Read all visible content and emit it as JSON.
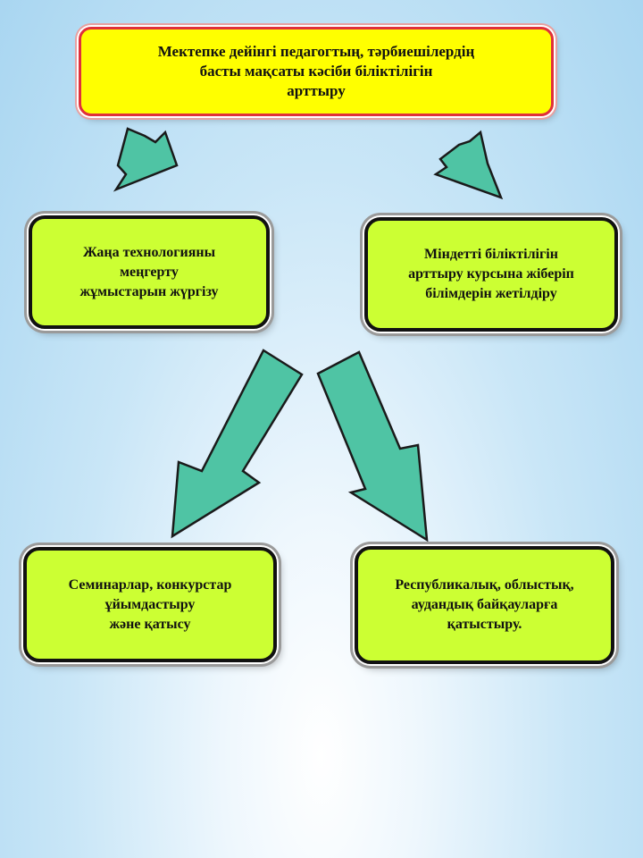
{
  "diagram": {
    "title": "Мектепке дейінгі педагогтың, тәрбиешілердің\nбасты мақсаты кәсіби біліктілігін\nарттыру",
    "boxes": [
      {
        "id": "box-1",
        "text": "Жаңа технологияны\nмеңгерту\nжұмыстарын жүргізу"
      },
      {
        "id": "box-2",
        "text": "Міндетті біліктілігін\nарттыру курсына жіберіп\nбілімдерін жетілдіру"
      },
      {
        "id": "box-3",
        "text": "Семинарлар, конкурстар\nұйымдастыру\nжәне қатысу"
      },
      {
        "id": "box-4",
        "text": "Республикалық, облыстық,\nаудандық байқауларға\nқатыстыру."
      }
    ],
    "colors": {
      "title_fill": "#ffff00",
      "title_border": "#e0303a",
      "box_fill": "#ccff33",
      "box_border": "#111111",
      "arrow_fill": "#4fc4a4",
      "arrow_stroke": "#1a1a1a",
      "background": "#a9d6f1"
    }
  }
}
